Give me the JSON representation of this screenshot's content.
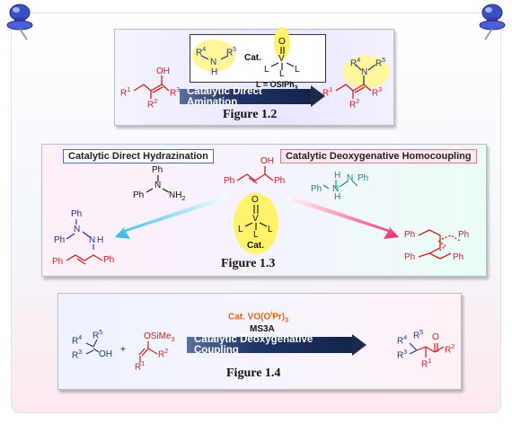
{
  "figures": {
    "fig1": {
      "caption": "Figure 1.2",
      "arrow_label": "Catalytic Direct Amination",
      "catalyst_prefix": "Cat.",
      "ligand_note": "L = OSiPh",
      "ligand_sub": "3",
      "metal": "V",
      "oxo": "O",
      "ligand": "L"
    },
    "fig2": {
      "caption": "Figure 1.3",
      "left_label": "Catalytic Direct Hydrazination",
      "right_label": "Catalytic Deoxygenative Homocoupling",
      "catalyst": "Cat.",
      "metal": "V",
      "oxo": "O",
      "ligand": "L"
    },
    "fig3": {
      "caption": "Figure 1.4",
      "arrow_label": "Catalytic Deoxygenative Coupling",
      "reagent_line1": "Cat. VO(O",
      "reagent_sup": "i",
      "reagent_line1_end": "Pr)",
      "reagent_sub": "3",
      "reagent_line2": "MS3A",
      "plus": "+",
      "silyl": "OSiMe",
      "silyl_sub": "3"
    }
  },
  "atoms": {
    "Ph": "Ph",
    "N": "N",
    "H": "H",
    "OH": "OH",
    "O": "O",
    "NH2": "NH",
    "NH2_sub": "2",
    "R1": "R",
    "R1_sup": "1",
    "R2": "R",
    "R2_sup": "2",
    "R3": "R",
    "R3_sup": "3",
    "R4": "R",
    "R4_sup": "4",
    "R5": "R",
    "R5_sup": "5"
  },
  "colors": {
    "bond_red": "#d41a1a",
    "bond_blue": "#1a2f8c",
    "bond_green": "#0a8a7a",
    "catalyst_glow": "#fff36b",
    "arrow_navy": "#1b2a4d",
    "arrow_cyan": "#3fc4ea",
    "arrow_pink": "#ec3f78"
  },
  "decor": {
    "left_pin": "pushpin-icon",
    "right_pin": "pushpin-icon"
  }
}
